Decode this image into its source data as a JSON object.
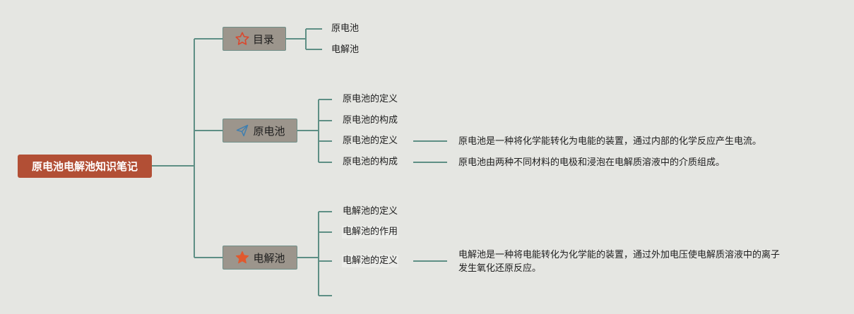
{
  "root": {
    "label": "原电池电解池知识笔记"
  },
  "topics": [
    {
      "label": "目录",
      "icon": "star-outline-icon",
      "children": [
        {
          "label": "原电池"
        },
        {
          "label": "电解池"
        }
      ]
    },
    {
      "label": "原电池",
      "icon": "paper-plane-icon",
      "children": [
        {
          "label": "原电池的定义"
        },
        {
          "label": "原电池的构成"
        },
        {
          "label": "原电池的定义",
          "detail": "原电池是一种将化学能转化为电能的装置，通过内部的化学反应产生电流。"
        },
        {
          "label": "原电池的构成",
          "detail": "原电池由两种不同材料的电极和浸泡在电解质溶液中的介质组成。"
        }
      ]
    },
    {
      "label": "电解池",
      "icon": "star-filled-icon",
      "children": [
        {
          "label": "电解池的定义"
        },
        {
          "label": "电解池的作用"
        },
        {
          "label": "电解池的定义",
          "detail_lines": [
            "电解池是一种将电能转化为化学能的装置，通过外加电压使电解质溶液中的离子",
            "发生氧化还原反应。"
          ]
        },
        {
          "label": ""
        }
      ]
    }
  ],
  "colors": {
    "background": "#e5e6e2",
    "root_fill": "#b24f35",
    "topic_fill": "#9c958c",
    "connector": "#5e8f85",
    "star_outline": "#d9492f",
    "plane": "#3f7fb0",
    "star_filled": "#e0592e"
  }
}
